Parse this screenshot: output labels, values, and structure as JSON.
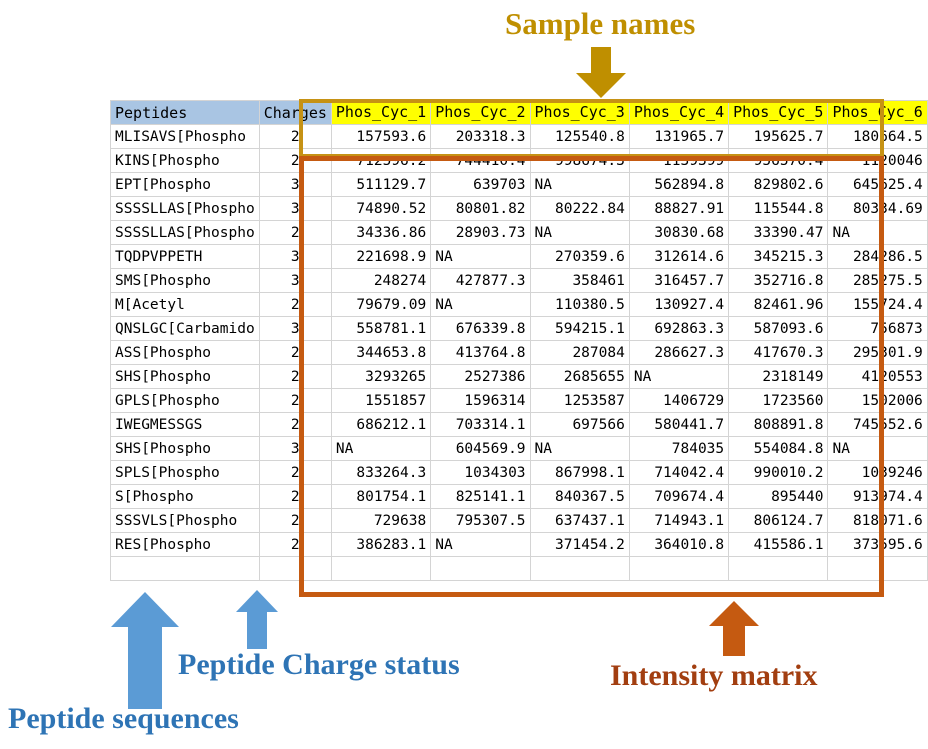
{
  "annotations": {
    "sample_names": "Sample names",
    "peptide_charge_status": "Peptide Charge status",
    "peptide_sequences": "Peptide sequences",
    "intensity_matrix": "Intensity matrix"
  },
  "colors": {
    "sample_names_accent": "#bf8f00",
    "sample_header_fill": "#ffff00",
    "sample_box_border": "#c69214",
    "intensity_accent": "#c55a11",
    "intensity_label": "#a23e10",
    "peptide_accent": "#2e74b5",
    "row_header_fill": "#a9c5e3"
  },
  "table": {
    "headers": {
      "peptides": "Peptides",
      "charges": "Charges",
      "samples": [
        "Phos_Cyc_1",
        "Phos_Cyc_2",
        "Phos_Cyc_3",
        "Phos_Cyc_4",
        "Phos_Cyc_5",
        "Phos_Cyc_6"
      ]
    },
    "rows": [
      {
        "peptide": "MLISAVS[Phospho",
        "charge": "2",
        "values": [
          "157593.6",
          "203318.3",
          "125540.8",
          "131965.7",
          "195625.7",
          "180664.5"
        ]
      },
      {
        "peptide": "KINS[Phospho",
        "charge": "2",
        "values": [
          "712596.2",
          "744410.4",
          "998674.3",
          "1139399",
          "956570.4",
          "1120046"
        ]
      },
      {
        "peptide": "EPT[Phospho",
        "charge": "3",
        "values": [
          "511129.7",
          "639703",
          "NA",
          "562894.8",
          "829802.6",
          "645625.4"
        ]
      },
      {
        "peptide": "SSSSLLAS[Phospho",
        "charge": "3",
        "values": [
          "74890.52",
          "80801.82",
          "80222.84",
          "88827.91",
          "115544.8",
          "80334.69"
        ]
      },
      {
        "peptide": "SSSSLLAS[Phospho",
        "charge": "2",
        "values": [
          "34336.86",
          "28903.73",
          "NA",
          "30830.68",
          "33390.47",
          "NA"
        ]
      },
      {
        "peptide": "TQDPVPPETH",
        "charge": "3",
        "values": [
          "221698.9",
          "NA",
          "270359.6",
          "312614.6",
          "345215.3",
          "284286.5"
        ]
      },
      {
        "peptide": "SMS[Phospho",
        "charge": "3",
        "values": [
          "248274",
          "427877.3",
          "358461",
          "316457.7",
          "352716.8",
          "285275.5"
        ]
      },
      {
        "peptide": "M[Acetyl",
        "charge": "2",
        "values": [
          "79679.09",
          "NA",
          "110380.5",
          "130927.4",
          "82461.96",
          "155724.4"
        ]
      },
      {
        "peptide": "QNSLGC[Carbamido",
        "charge": "3",
        "values": [
          "558781.1",
          "676339.8",
          "594215.1",
          "692863.3",
          "587093.6",
          "756873"
        ]
      },
      {
        "peptide": "ASS[Phospho",
        "charge": "2",
        "values": [
          "344653.8",
          "413764.8",
          "287084",
          "286627.3",
          "417670.3",
          "295301.9"
        ]
      },
      {
        "peptide": "SHS[Phospho",
        "charge": "2",
        "values": [
          "3293265",
          "2527386",
          "2685655",
          "NA",
          "2318149",
          "4120553"
        ]
      },
      {
        "peptide": "GPLS[Phospho",
        "charge": "2",
        "values": [
          "1551857",
          "1596314",
          "1253587",
          "1406729",
          "1723560",
          "1502006"
        ]
      },
      {
        "peptide": "IWEGMESSGS",
        "charge": "2",
        "values": [
          "686212.1",
          "703314.1",
          "697566",
          "580441.7",
          "808891.8",
          "745552.6"
        ]
      },
      {
        "peptide": "SHS[Phospho",
        "charge": "3",
        "values": [
          "NA",
          "604569.9",
          "NA",
          "784035",
          "554084.8",
          "NA"
        ]
      },
      {
        "peptide": "SPLS[Phospho",
        "charge": "2",
        "values": [
          "833264.3",
          "1034303",
          "867998.1",
          "714042.4",
          "990010.2",
          "1039246"
        ]
      },
      {
        "peptide": "S[Phospho",
        "charge": "2",
        "values": [
          "801754.1",
          "825141.1",
          "840367.5",
          "709674.4",
          "895440",
          "913974.4"
        ]
      },
      {
        "peptide": "SSSVLS[Phospho",
        "charge": "2",
        "values": [
          "729638",
          "795307.5",
          "637437.1",
          "714943.1",
          "806124.7",
          "818071.6"
        ]
      },
      {
        "peptide": "RES[Phospho",
        "charge": "2",
        "values": [
          "386283.1",
          "NA",
          "371454.2",
          "364010.8",
          "415586.1",
          "373595.6"
        ]
      }
    ]
  }
}
